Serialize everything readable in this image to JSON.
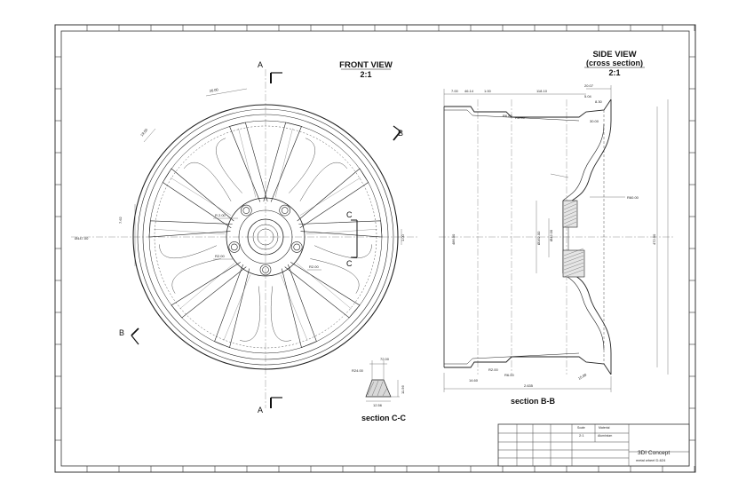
{
  "views": {
    "front": {
      "title": "FRONT VIEW",
      "scale": "2:1"
    },
    "side": {
      "title": "SIDE VIEW",
      "subtitle": "(cross section)",
      "scale": "2:1"
    }
  },
  "sections": {
    "bb": "section B-B",
    "cc": "section C-C",
    "markers": {
      "a": "A",
      "b": "B",
      "c": "C"
    }
  },
  "dimensions": {
    "front": [
      "Ø447.00",
      "R 2.00",
      "R2.00",
      "R2.00",
      "7.62",
      "26.00",
      "19.50",
      "1.00"
    ],
    "side": [
      "7.00",
      "46.14",
      "1.00",
      "118.10",
      "20.07",
      "5.04",
      "8.30",
      "30.00",
      "R6.80",
      "R6.00",
      "R60.00",
      "Ø162.00",
      "Ø42.00",
      "472.00",
      "486.00",
      "R2.00",
      "R6.00",
      "14.60",
      "15.00",
      "2.635"
    ],
    "section_cc": [
      "R24.00",
      "72.00",
      "11.56",
      "12.56"
    ]
  },
  "title_block": {
    "scale_label": "Scale",
    "scale_value": "2:1",
    "material_label": "Material",
    "material_value": "Aluminium",
    "company": "3DI Concept",
    "part": "metal wheel  D-624"
  }
}
